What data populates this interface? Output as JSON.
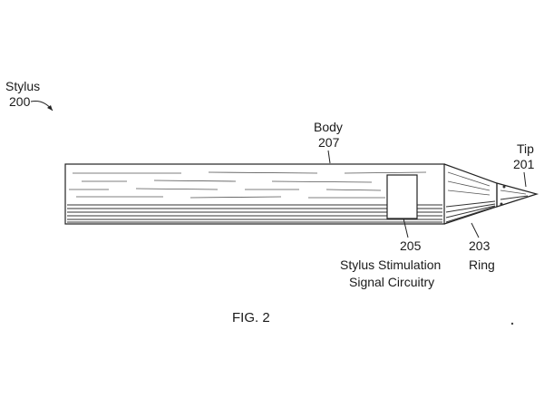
{
  "figure": {
    "caption": "FIG. 2",
    "labels": {
      "stylus_name": "Stylus",
      "stylus_ref": "200",
      "body_name": "Body",
      "body_ref": "207",
      "tip_name": "Tip",
      "tip_ref": "201",
      "circuitry_ref": "205",
      "circuitry_line1": "Stylus Stimulation",
      "circuitry_line2": "Signal Circuitry",
      "ring_ref": "203",
      "ring_name": "Ring"
    }
  }
}
